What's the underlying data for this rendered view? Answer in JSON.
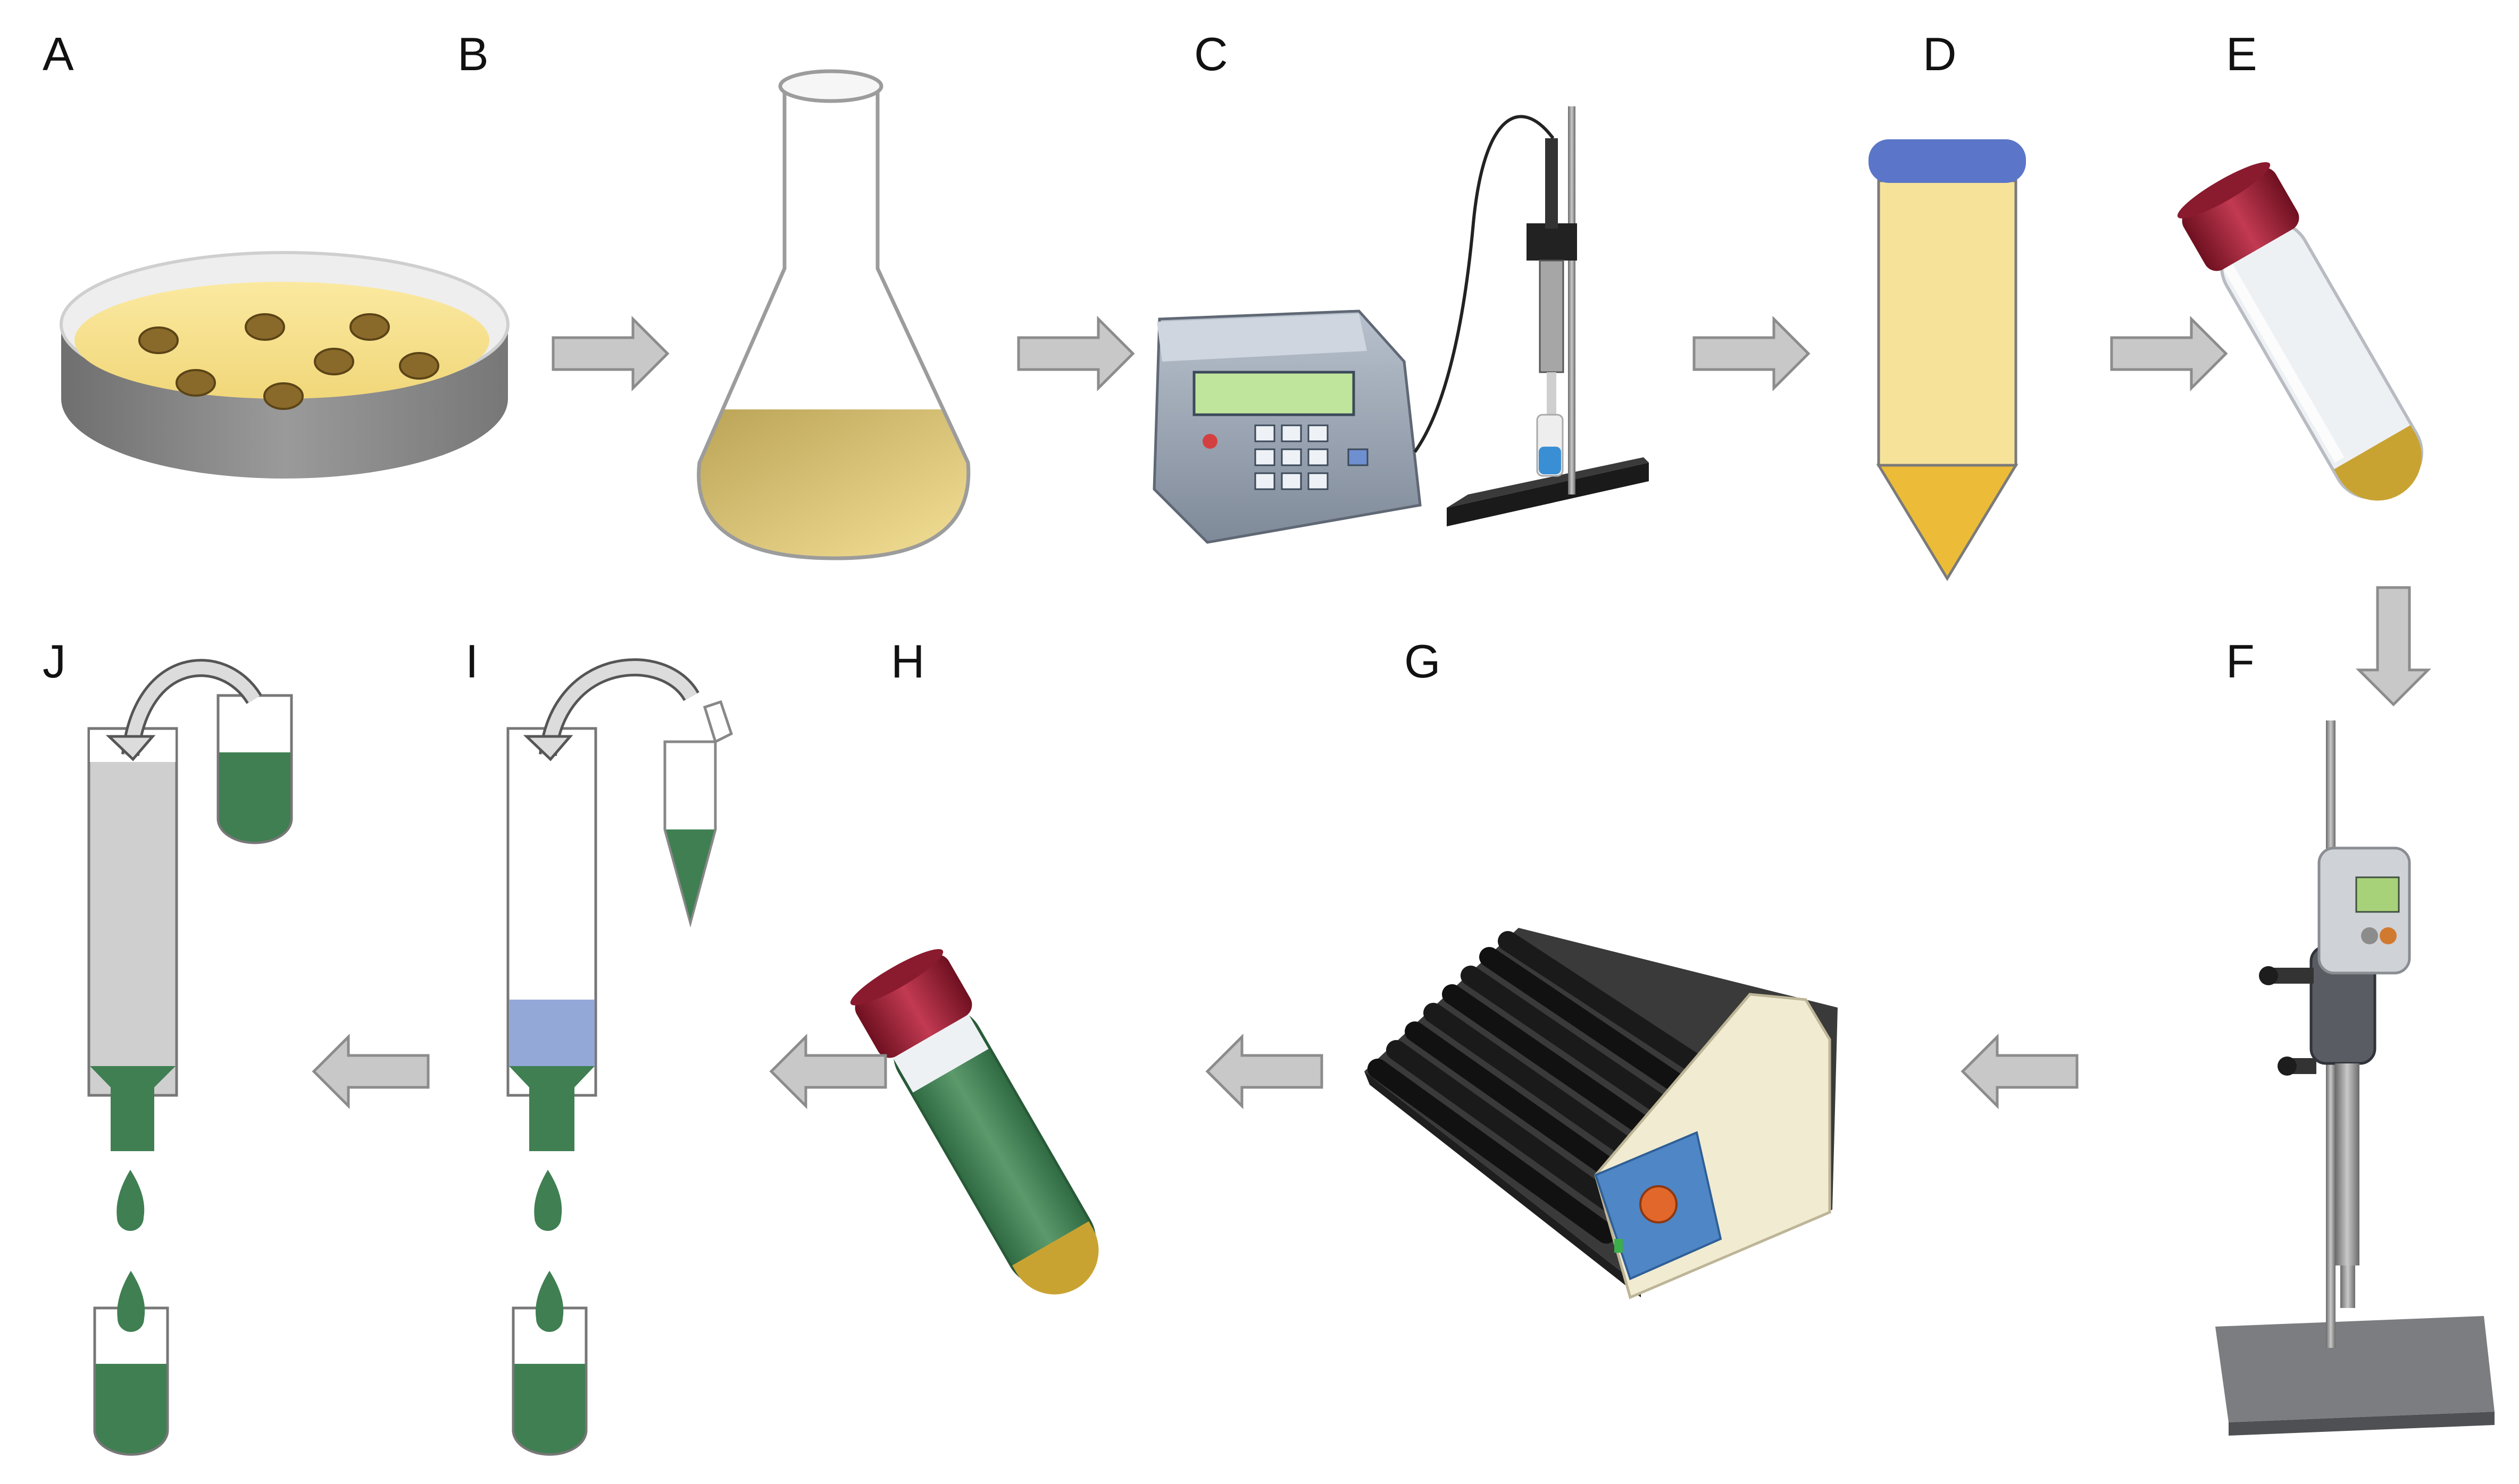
{
  "steps": [
    {
      "label": "A",
      "object": "petri-dish-with-colonies"
    },
    {
      "label": "B",
      "object": "erlenmeyer-flask-with-culture"
    },
    {
      "label": "C",
      "object": "ultrasonic-processor-with-probe"
    },
    {
      "label": "D",
      "object": "conical-centrifuge-tube"
    },
    {
      "label": "E",
      "object": "bead-beating-tube-with-pellet"
    },
    {
      "label": "F",
      "object": "overhead-homogenizer-on-stand"
    },
    {
      "label": "G",
      "object": "tube-roller-mixer"
    },
    {
      "label": "H",
      "object": "tube-with-green-extract"
    },
    {
      "label": "I",
      "object": "column-loading-from-microtube"
    },
    {
      "label": "J",
      "object": "column-elution-into-vial"
    }
  ],
  "flow": [
    "A",
    "B",
    "C",
    "D",
    "E",
    "F",
    "G",
    "H",
    "I",
    "J"
  ],
  "colors": {
    "arrow": "#c8c8c8",
    "arrow_stroke": "#8c8c8c",
    "culture_yellow": "#f5e08a",
    "pellet_gold": "#e9b93a",
    "tube_cap_blue": "#5b76c8",
    "extract_green": "#3f7f52",
    "resin_blue": "#94a8d8",
    "cap_red": "#a3243a",
    "column_gray": "#cfcfcf"
  }
}
